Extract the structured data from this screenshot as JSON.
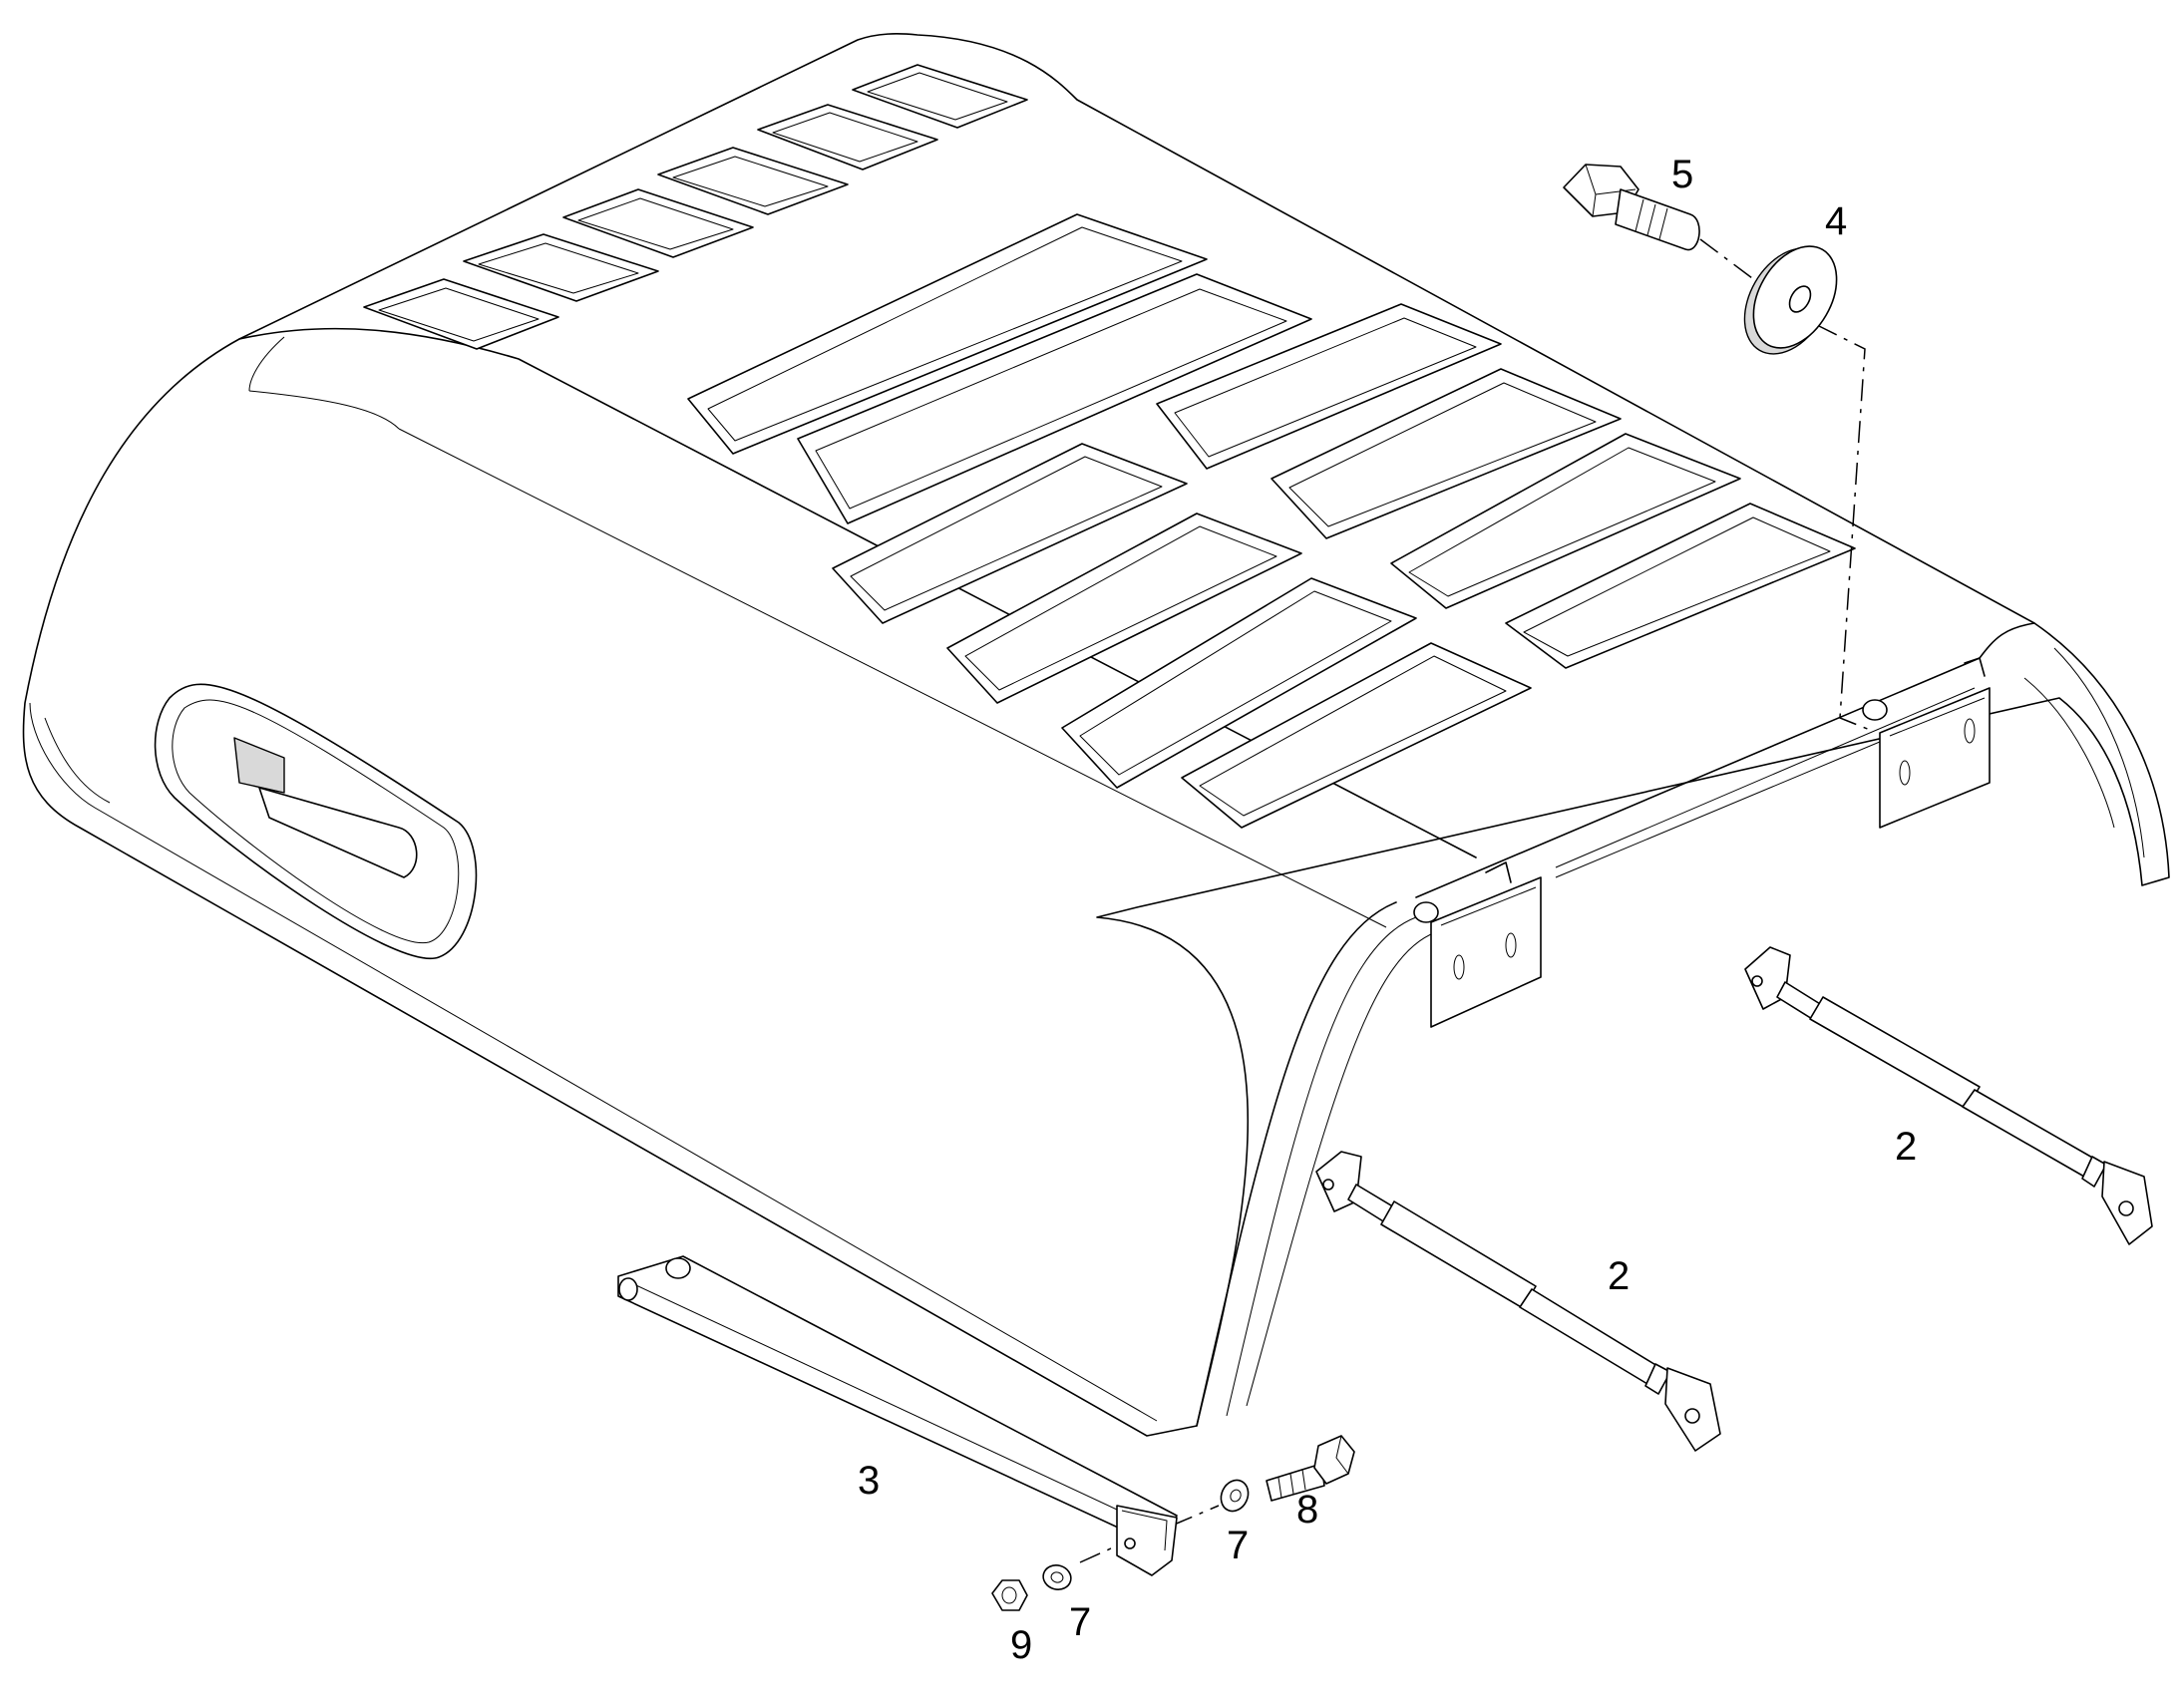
{
  "diagram": {
    "callouts": [
      "5",
      "4",
      "2",
      "2",
      "3",
      "7",
      "8",
      "7",
      "9"
    ]
  }
}
